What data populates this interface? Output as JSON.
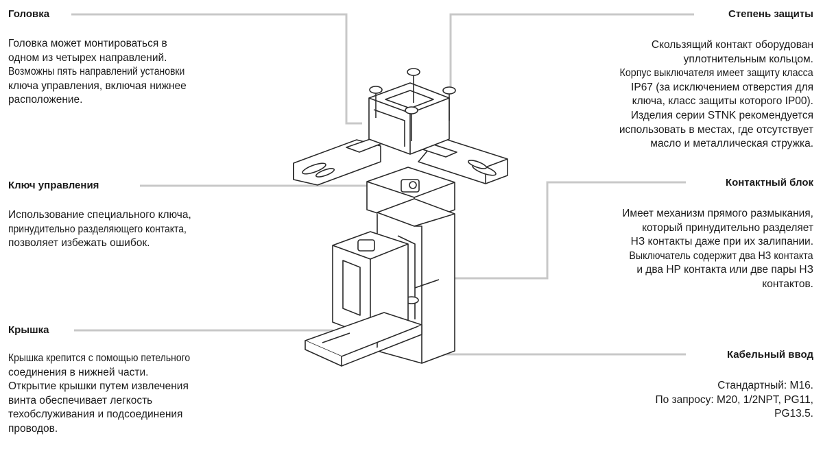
{
  "sections": {
    "head": {
      "title": "Головка",
      "lines": [
        "Головка может монтироваться в",
        "одном из четырех направлений.",
        "Возможны пять направлений установки",
        "ключа управления, включая нижнее",
        "расположение."
      ]
    },
    "key": {
      "title": "Ключ управления",
      "lines": [
        "Использование специального ключа,",
        "принудительно разделяющего контакта,",
        "позволяет избежать ошибок."
      ]
    },
    "cover": {
      "title": "Крышка",
      "lines": [
        "Крышка крепится с помощью петельного",
        "соединения в нижней части.",
        "Открытие крышки путем извлечения",
        "винта обеспечивает легкость",
        "техобслуживания и подсоединения",
        "проводов."
      ]
    },
    "protection": {
      "title": "Степень защиты",
      "lines": [
        "Скользящий контакт оборудован",
        "уплотнительным кольцом.",
        "Корпус выключателя имеет защиту класса",
        "IP67 (за исключением отверстия для",
        "ключа, класс защиты которого IP00).",
        "Изделия серии STNK рекомендуется",
        "использовать в местах, где отсутствует",
        "масло и металлическая стружка."
      ]
    },
    "contact": {
      "title": "Контактный блок",
      "lines": [
        "Имеет механизм прямого размыкания,",
        "который принудительно разделяет",
        "НЗ контакты даже при их залипании.",
        "Выключатель содержит два НЗ контакта",
        "и два НР контакта или две пары НЗ",
        "контактов."
      ]
    },
    "cable": {
      "title": "Кабельный ввод",
      "lines": [
        "Стандартный: M16.",
        "По запросу: M20, 1/2NPT, PG11,",
        "PG13.5."
      ]
    }
  },
  "colors": {
    "leader": "#c8c8c8",
    "drawing": "#2a2a2a"
  }
}
